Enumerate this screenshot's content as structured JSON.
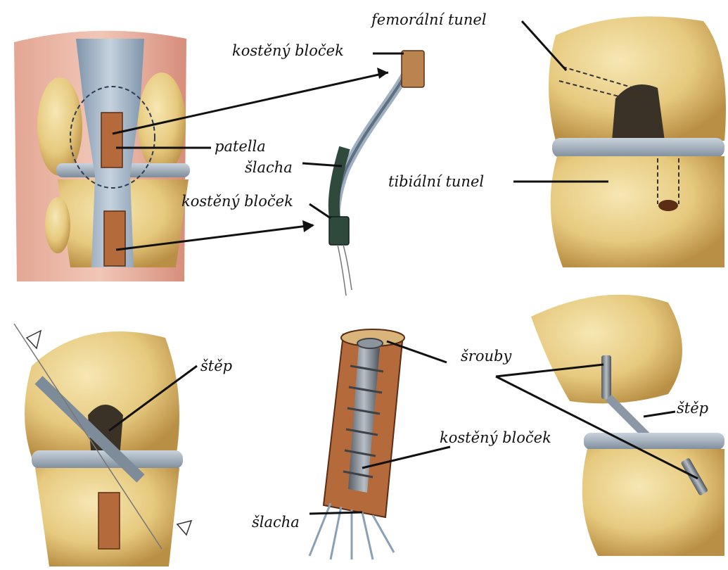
{
  "colors": {
    "bone": "#e9cf86",
    "bone_shade": "#c9a24f",
    "cartilage": "#a9b7c6",
    "tendon": "#9eb0c3",
    "skin": "#d89a85",
    "marrow": "#b46a3a",
    "screw": "#6c737a",
    "line": "#111111"
  },
  "labels": {
    "femoral_tunnel": "femorální tunel",
    "bone_block_top": "kostěný bloček",
    "patella": "patella",
    "tendon_mid": "šlacha",
    "bone_block_mid": "kostěný bloček",
    "tibial_tunnel": "tibiální tunel",
    "graft_left": "štěp",
    "screws": "šrouby",
    "graft_right": "štěp",
    "bone_block_bottom": "kostěný bloček",
    "tendon_bottom": "šlacha"
  }
}
